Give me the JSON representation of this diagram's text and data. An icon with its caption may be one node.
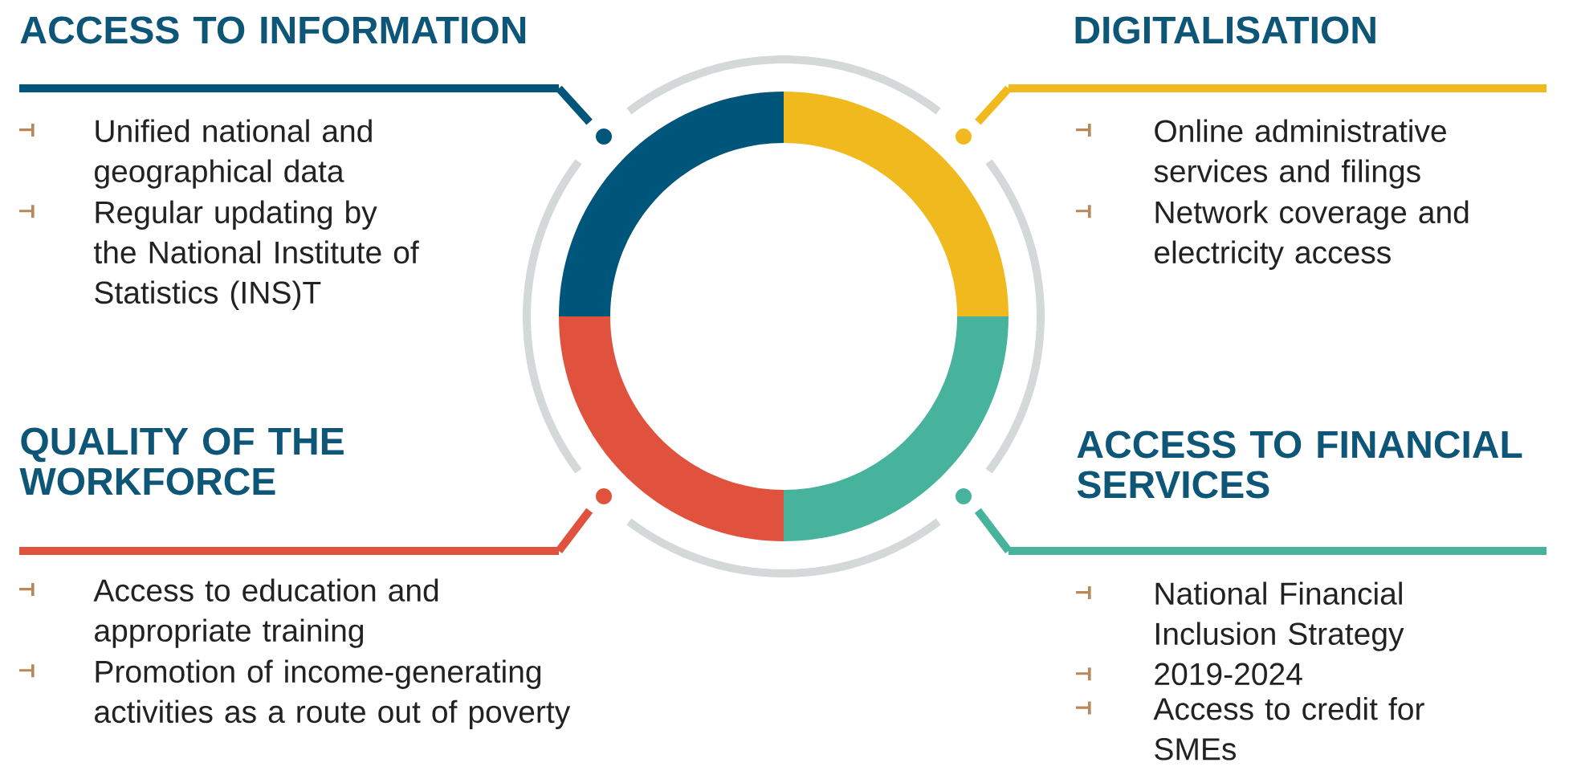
{
  "diagram": {
    "nodes": [
      {
        "text": [
          "ACCESS TO INFORMATION",
          "Unified national and geographical data",
          "Regular updating by the National Institute of Statistics (INS)T"
        ]
      },
      {
        "text": [
          "DIGITALISATION",
          "Online administrative services and filings",
          "Network coverage and electricity access"
        ]
      },
      {
        "text": [
          "QUALITY OF THE WORKFORCE",
          "Access to education and appropriate training",
          "Promotion of income-generating activities as a route out of poverty"
        ]
      },
      {
        "text": [
          "ACCESS TO FINANCIAL SERVICES",
          "National Financial Inclusion Strategy",
          "2019-2024",
          "Access to credit for SMEs"
        ]
      },
      {
        "text": [],
        "shape": "arc"
      },
      {
        "text": [],
        "shape": "arc"
      },
      {
        "text": [],
        "shape": "arc"
      },
      {
        "text": [],
        "shape": "arc"
      }
    ],
    "edges": [
      {
        "from": 0,
        "to": 4,
        "arrow": "other",
        "color": "#00557a"
      },
      {
        "from": 1,
        "to": 5,
        "arrow": "other",
        "color": "#f0b91e"
      },
      {
        "from": 2,
        "to": 6,
        "arrow": "other",
        "color": "#e0523e"
      },
      {
        "from": 3,
        "to": 7,
        "arrow": "other",
        "color": "#47b39d"
      }
    ]
  }
}
